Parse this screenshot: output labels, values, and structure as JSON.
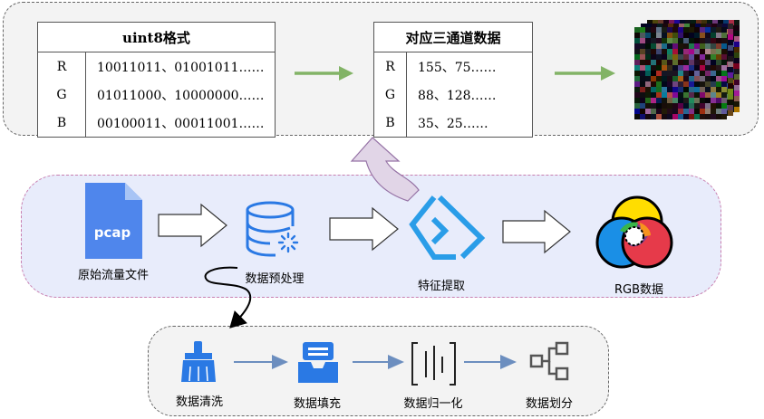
{
  "table1": {
    "header": "uint8格式",
    "rows": [
      {
        "ch": "R",
        "val": "10011011、01001011……"
      },
      {
        "ch": "G",
        "val": "01011000、10000000……"
      },
      {
        "ch": "B",
        "val": "00100011、00011001……"
      }
    ]
  },
  "table2": {
    "header": "对应三通道数据",
    "rows": [
      {
        "ch": "R",
        "val": "155、75……"
      },
      {
        "ch": "G",
        "val": "88、128……"
      },
      {
        "ch": "B",
        "val": "35、25……"
      }
    ]
  },
  "pipeline": {
    "pcap_icon_text": "pcap",
    "raw_file_label": "原始流量文件",
    "preprocess_label": "数据预处理",
    "feature_label": "特征提取",
    "rgb_label": "RGB数据"
  },
  "preprocess_steps": {
    "clean": "数据清洗",
    "fill": "数据填充",
    "normalize": "数据归一化",
    "split": "数据划分"
  },
  "colors": {
    "green_arrow": "#82b366",
    "purple_arrow": "#e1d5e7",
    "icon_blue": "#2a79e4",
    "blue_line": "#6c8ebf"
  }
}
